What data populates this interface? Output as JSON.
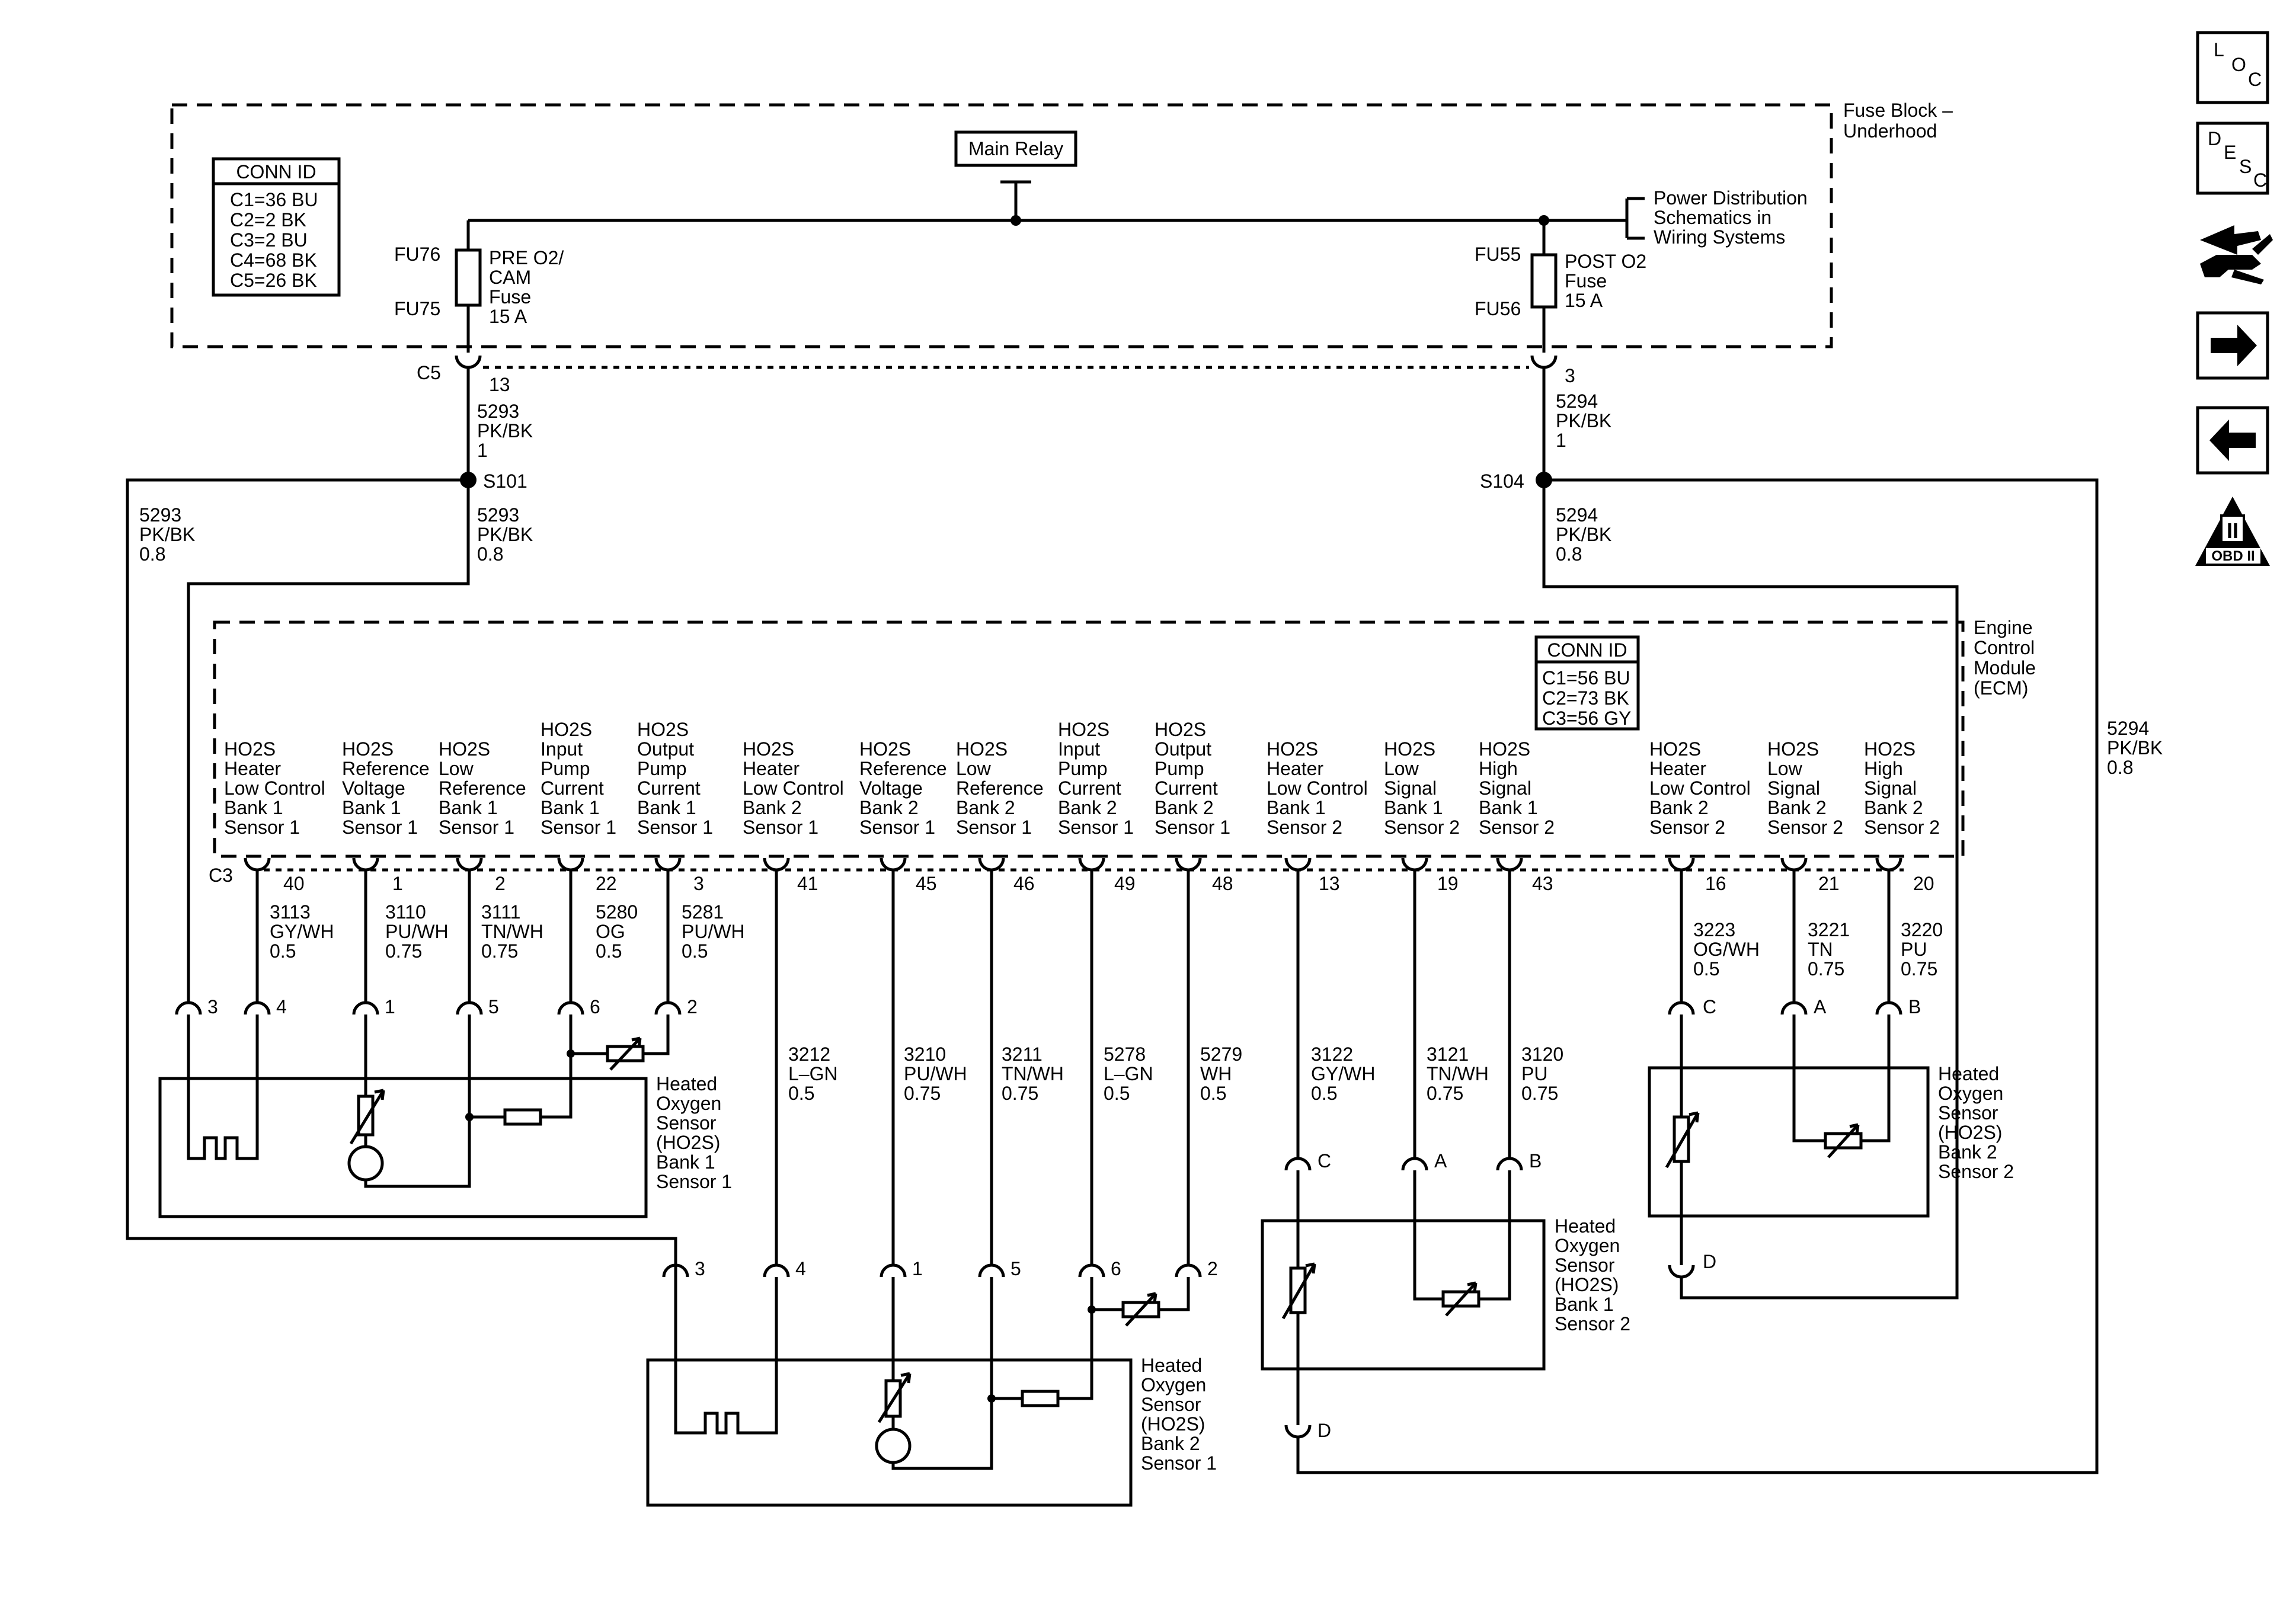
{
  "fuse_block": {
    "title_line1": "Fuse Block –",
    "title_line2": "Underhood",
    "conn_id_title": "CONN ID",
    "conn_ids": [
      "C1=36 BU",
      "C2=2 BK",
      "C3=2 BU",
      "C4=68 BK",
      "C5=26 BK"
    ],
    "main_relay": "Main Relay",
    "power_ref": [
      "Power Distribution",
      "Schematics in",
      "Wiring Systems"
    ],
    "fuse_pre": {
      "top_id": "FU76",
      "bottom_id": "FU75",
      "label": [
        "PRE O2/",
        "CAM",
        "Fuse",
        "15 A"
      ]
    },
    "fuse_post": {
      "top_id": "FU55",
      "bottom_id": "FU56",
      "label": [
        "POST O2",
        "Fuse",
        "15 A"
      ]
    },
    "connector": "C5",
    "pin_left": "13",
    "pin_right": "3"
  },
  "wires": {
    "w5293_a": [
      "5293",
      "PK/BK",
      "1"
    ],
    "w5293_b": [
      "5293",
      "PK/BK",
      "0.8"
    ],
    "w5293_c": [
      "5293",
      "PK/BK",
      "0.8"
    ],
    "w5294_a": [
      "5294",
      "PK/BK",
      "1"
    ],
    "w5294_b": [
      "5294",
      "PK/BK",
      "0.8"
    ],
    "w5294_c": [
      "5294",
      "PK/BK",
      "0.8"
    ],
    "splice_left": "S101",
    "splice_right": "S104"
  },
  "ecm": {
    "title": [
      "Engine",
      "Control",
      "Module",
      "(ECM)"
    ],
    "conn_id_title": "CONN ID",
    "conn_ids": [
      "C1=56 BU",
      "C2=73 BK",
      "C3=56 GY"
    ],
    "connector": "C3",
    "circuits": [
      {
        "label": [
          "HO2S",
          "Heater",
          "Low Control",
          "Bank 1",
          "Sensor 1"
        ],
        "pin": "40",
        "wire": [
          "3113",
          "GY/WH",
          "0.5"
        ]
      },
      {
        "label": [
          "HO2S",
          "Reference",
          "Voltage",
          "Bank 1",
          "Sensor 1"
        ],
        "pin": "1",
        "wire": [
          "3110",
          "PU/WH",
          "0.75"
        ]
      },
      {
        "label": [
          "HO2S",
          "Low",
          "Reference",
          "Bank 1",
          "Sensor 1"
        ],
        "pin": "2",
        "wire": [
          "3111",
          "TN/WH",
          "0.75"
        ]
      },
      {
        "label": [
          "HO2S",
          "Input",
          "Pump",
          "Current",
          "Bank 1",
          "Sensor 1"
        ],
        "pin": "22",
        "wire": [
          "5280",
          "OG",
          "0.5"
        ]
      },
      {
        "label": [
          "HO2S",
          "Output",
          "Pump",
          "Current",
          "Bank 1",
          "Sensor 1"
        ],
        "pin": "3",
        "wire": [
          "5281",
          "PU/WH",
          "0.5"
        ]
      },
      {
        "label": [
          "HO2S",
          "Heater",
          "Low Control",
          "Bank 2",
          "Sensor 1"
        ],
        "pin": "41",
        "wire": [
          "3212",
          "L–GN",
          "0.5"
        ]
      },
      {
        "label": [
          "HO2S",
          "Reference",
          "Voltage",
          "Bank 2",
          "Sensor 1"
        ],
        "pin": "45",
        "wire": [
          "3210",
          "PU/WH",
          "0.75"
        ]
      },
      {
        "label": [
          "HO2S",
          "Low",
          "Reference",
          "Bank 2",
          "Sensor 1"
        ],
        "pin": "46",
        "wire": [
          "3211",
          "TN/WH",
          "0.75"
        ]
      },
      {
        "label": [
          "HO2S",
          "Input",
          "Pump",
          "Current",
          "Bank 2",
          "Sensor 1"
        ],
        "pin": "49",
        "wire": [
          "5278",
          "L–GN",
          "0.5"
        ]
      },
      {
        "label": [
          "HO2S",
          "Output",
          "Pump",
          "Current",
          "Bank 2",
          "Sensor 1"
        ],
        "pin": "48",
        "wire": [
          "5279",
          "WH",
          "0.5"
        ]
      },
      {
        "label": [
          "HO2S",
          "Heater",
          "Low Control",
          "Bank 1",
          "Sensor 2"
        ],
        "pin": "13",
        "wire": [
          "3122",
          "GY/WH",
          "0.5"
        ]
      },
      {
        "label": [
          "HO2S",
          "Low",
          "Signal",
          "Bank 1",
          "Sensor 2"
        ],
        "pin": "19",
        "wire": [
          "3121",
          "TN/WH",
          "0.75"
        ]
      },
      {
        "label": [
          "HO2S",
          "High",
          "Signal",
          "Bank 1",
          "Sensor 2"
        ],
        "pin": "43",
        "wire": [
          "3120",
          "PU",
          "0.75"
        ]
      },
      {
        "label": [
          "HO2S",
          "Heater",
          "Low Control",
          "Bank 2",
          "Sensor 2"
        ],
        "pin": "16",
        "wire": [
          "3223",
          "OG/WH",
          "0.5"
        ]
      },
      {
        "label": [
          "HO2S",
          "Low",
          "Signal",
          "Bank 2",
          "Sensor 2"
        ],
        "pin": "21",
        "wire": [
          "3221",
          "TN",
          "0.75"
        ]
      },
      {
        "label": [
          "HO2S",
          "High",
          "Signal",
          "Bank 2",
          "Sensor 2"
        ],
        "pin": "20",
        "wire": [
          "3220",
          "PU",
          "0.75"
        ]
      }
    ]
  },
  "sensors": {
    "b1s1": {
      "label": [
        "Heated",
        "Oxygen",
        "Sensor",
        "(HO2S)",
        "Bank 1",
        "Sensor 1"
      ],
      "pins": [
        "3",
        "4",
        "1",
        "5",
        "6",
        "2"
      ]
    },
    "b2s1": {
      "label": [
        "Heated",
        "Oxygen",
        "Sensor",
        "(HO2S)",
        "Bank 2",
        "Sensor 1"
      ],
      "pins": [
        "3",
        "4",
        "1",
        "5",
        "6",
        "2"
      ]
    },
    "b1s2": {
      "label": [
        "Heated",
        "Oxygen",
        "Sensor",
        "(HO2S)",
        "Bank 1",
        "Sensor 2"
      ],
      "pins": [
        "C",
        "A",
        "B",
        "D"
      ]
    },
    "b2s2": {
      "label": [
        "Heated",
        "Oxygen",
        "Sensor",
        "(HO2S)",
        "Bank 2",
        "Sensor 2"
      ],
      "pins": [
        "C",
        "A",
        "B",
        "D"
      ]
    }
  },
  "side_icons": [
    {
      "name": "loc-icon",
      "letters": [
        "L",
        "O",
        "C"
      ]
    },
    {
      "name": "desc-icon",
      "letters": [
        "D",
        "E",
        "S",
        "C"
      ]
    },
    {
      "name": "component-connector-icon"
    },
    {
      "name": "next-page-arrow-icon"
    },
    {
      "name": "previous-page-arrow-icon"
    },
    {
      "name": "obd-ii-icon",
      "text": "OBD II",
      "numeral": "II"
    }
  ]
}
